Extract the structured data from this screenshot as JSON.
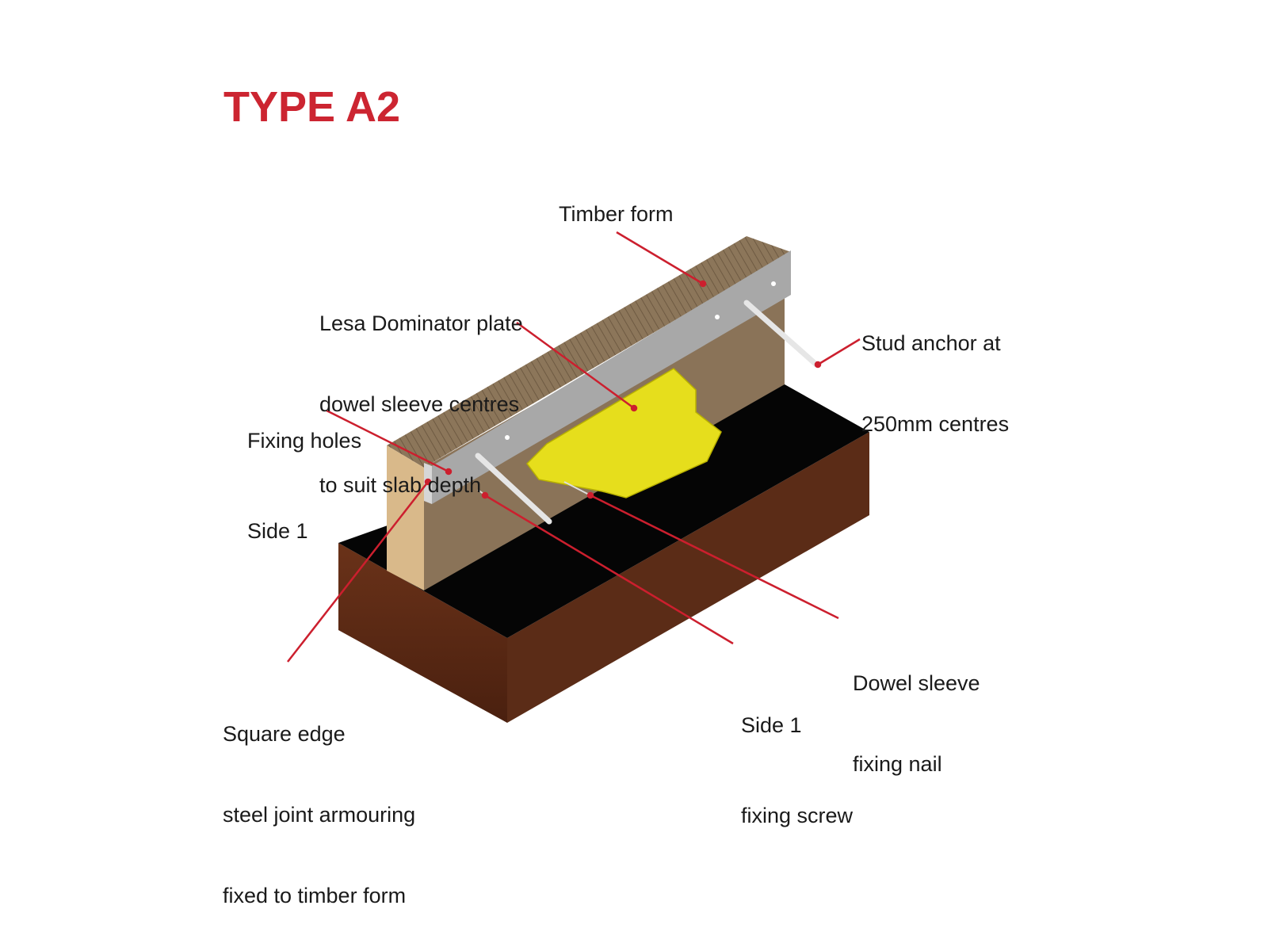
{
  "title": "TYPE A2",
  "labels": {
    "timber_form": "Timber form",
    "lesa_line1": "Lesa Dominator plate",
    "lesa_line2": "dowel sleeve centres",
    "lesa_line3": "to suit slab depth",
    "stud_line1": "Stud anchor at",
    "stud_line2": "250mm centres",
    "fixing_line1": "Fixing holes",
    "fixing_line2": "Side 1",
    "square_line1": "Square edge",
    "square_line2": "steel joint armouring",
    "square_line3": "fixed to timber form",
    "screw_line1": "Side 1",
    "screw_line2": "fixing screw",
    "nail_line1": "Dowel sleeve",
    "nail_line2": "fixing nail"
  },
  "colors": {
    "title": "#cc2531",
    "leader": "#cc1f2e",
    "plate": "#e8e020",
    "steel": "#a9a9a9",
    "timber": "#8a7458",
    "base": "#5a2a16"
  }
}
